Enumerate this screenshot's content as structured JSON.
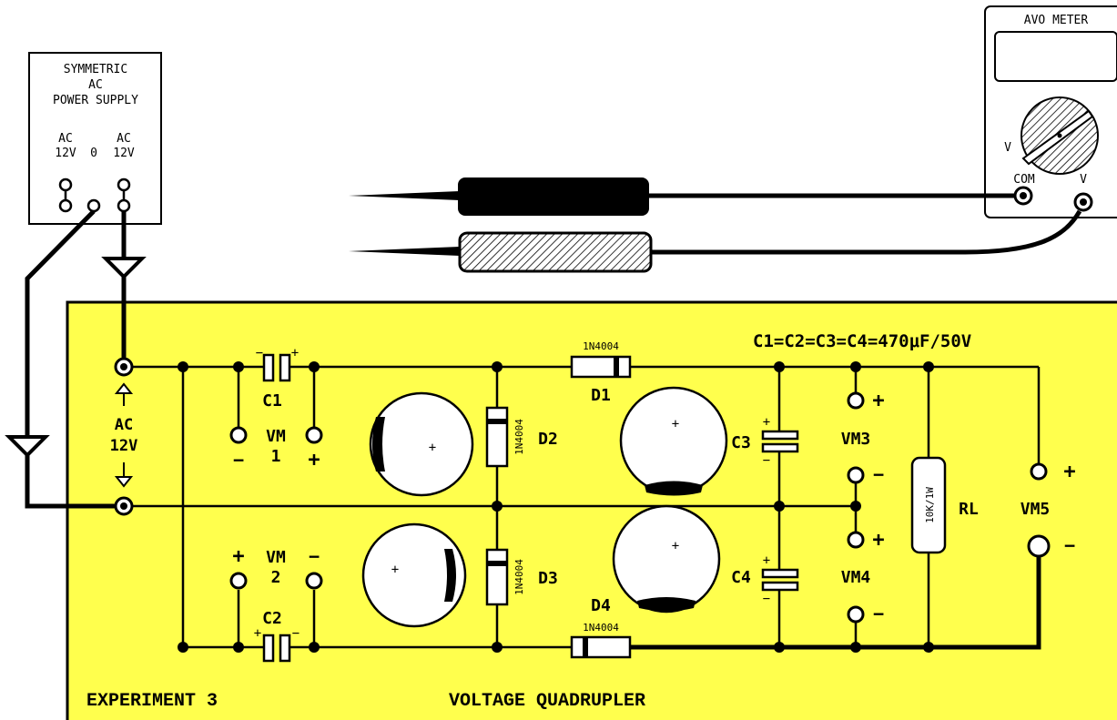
{
  "power_supply": {
    "title_line1": "SYMMETRIC",
    "title_line2": "AC",
    "title_line3": "POWER SUPPLY",
    "left_terminal_top": "AC",
    "left_terminal_bottom": "12V",
    "middle_terminal": "0",
    "right_terminal_top": "AC",
    "right_terminal_bottom": "12V"
  },
  "meter": {
    "title": "AVO METER",
    "range_label": "V",
    "com_label": "COM",
    "v_label": "V"
  },
  "board": {
    "background_color": "#ffff4d",
    "input_label_top": "AC",
    "input_label_bottom": "12V",
    "cap_spec": "C1=C2=C3=C4=470μF/50V",
    "experiment": "EXPERIMENT 3",
    "title": "VOLTAGE QUADRUPLER"
  },
  "components": {
    "c1": "C1",
    "c2": "C2",
    "c3": "C3",
    "c4": "C4",
    "d1": "D1",
    "d2": "D2",
    "d3": "D3",
    "d4": "D4",
    "diode_part": "1N4004",
    "rl": "RL",
    "rl_value": "10K/1W"
  },
  "meters": {
    "vm1_a": "VM",
    "vm1_b": "1",
    "vm2_a": "VM",
    "vm2_b": "2",
    "vm3": "VM3",
    "vm4": "VM4",
    "vm5": "VM5",
    "plus": "+",
    "minus": "−"
  }
}
